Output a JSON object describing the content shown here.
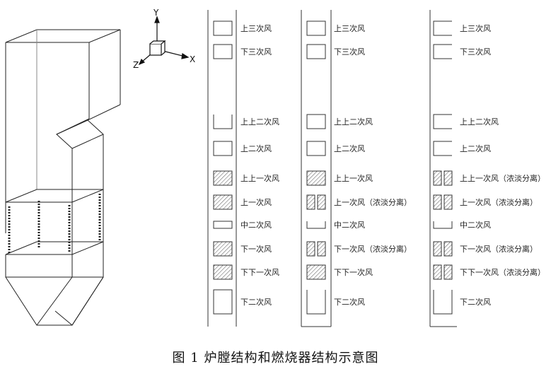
{
  "axes": {
    "y": "Y",
    "x": "X",
    "z": "Z"
  },
  "columns": [
    {
      "rows": [
        {
          "label": "上三次风",
          "shape": "box"
        },
        {
          "label": "下三次风",
          "shape": "box"
        },
        {
          "label": "上上二次风",
          "shape": "open-top"
        },
        {
          "label": "上二次风",
          "shape": "box"
        },
        {
          "label": "上上一次风",
          "shape": "hatched"
        },
        {
          "label": "上一次风",
          "shape": "hatched"
        },
        {
          "label": "中二次风",
          "shape": "thin"
        },
        {
          "label": "下一次风",
          "shape": "hatched"
        },
        {
          "label": "下下一次风",
          "shape": "hatched"
        },
        {
          "label": "下二次风",
          "shape": "tall"
        }
      ]
    },
    {
      "rows": [
        {
          "label": "上三次风",
          "shape": "box"
        },
        {
          "label": "下三次风",
          "shape": "box"
        },
        {
          "label": "上上二次风",
          "shape": "box"
        },
        {
          "label": "上二次风",
          "shape": "box"
        },
        {
          "label": "上上一次风",
          "shape": "hatched"
        },
        {
          "label": "上一次风（浓淡分离）",
          "shape": "split"
        },
        {
          "label": "中二次风",
          "shape": "open-top"
        },
        {
          "label": "下一次风（浓淡分离）",
          "shape": "split"
        },
        {
          "label": "下下一次风",
          "shape": "hatched"
        },
        {
          "label": "下二次风",
          "shape": "tall-open"
        }
      ]
    },
    {
      "rows": [
        {
          "label": "上三次风",
          "shape": "open-right"
        },
        {
          "label": "下三次风",
          "shape": "open-right"
        },
        {
          "label": "上上二次风",
          "shape": "open-right"
        },
        {
          "label": "上二次风",
          "shape": "open-right"
        },
        {
          "label": "上上一次风（浓淡分离）",
          "shape": "split"
        },
        {
          "label": "上一次风（浓淡分离）",
          "shape": "split"
        },
        {
          "label": "中二次风",
          "shape": "open-top"
        },
        {
          "label": "下一次风（浓淡分离）",
          "shape": "split"
        },
        {
          "label": "下下一次风（浓淡分离）",
          "shape": "split"
        },
        {
          "label": "下二次风",
          "shape": "tall-open"
        }
      ]
    }
  ],
  "caption": "图 1    炉膛结构和燃烧器结构示意图"
}
